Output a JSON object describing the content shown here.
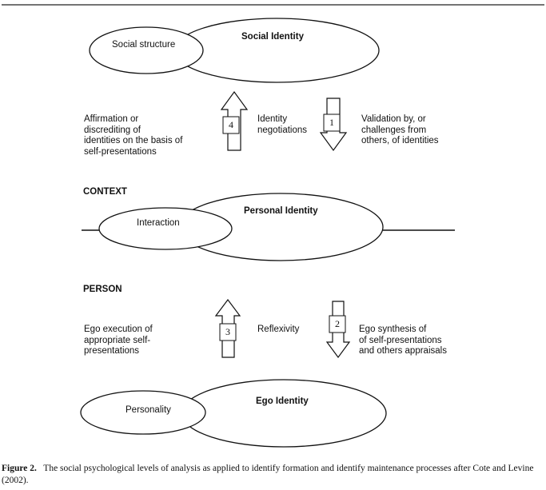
{
  "social_level": {
    "left_ellipse": "Social structure",
    "right_ellipse": "Social Identity"
  },
  "upper_arrows": {
    "left_text": "Affirmation  or\ndiscrediting of\nidentities on the basis of\nself-presentations",
    "left_arrow_number": "4",
    "middle_text": "Identity\nnegotiations",
    "right_arrow_number": "1",
    "right_text": "Validation by, or\nchallenges from\nothers, of identities"
  },
  "context_level": {
    "label": "CONTEXT",
    "left_ellipse": "Interaction",
    "right_ellipse": "Personal Identity"
  },
  "person_level": {
    "label": "PERSON"
  },
  "lower_arrows": {
    "left_text": "Ego execution of\nappropriate self-\npresentations",
    "left_arrow_number": "3",
    "middle_text": "Reflexivity",
    "right_arrow_number": "2",
    "right_text": "Ego synthesis of\nof self-presentations\nand others appraisals"
  },
  "ego_level": {
    "left_ellipse": "Personality",
    "right_ellipse": "Ego Identity"
  },
  "caption": {
    "figure_label": "Figure 2.",
    "text": "The social psychological levels of analysis as applied to identify formation and identify maintenance processes after Cote and Levine (2002)."
  }
}
